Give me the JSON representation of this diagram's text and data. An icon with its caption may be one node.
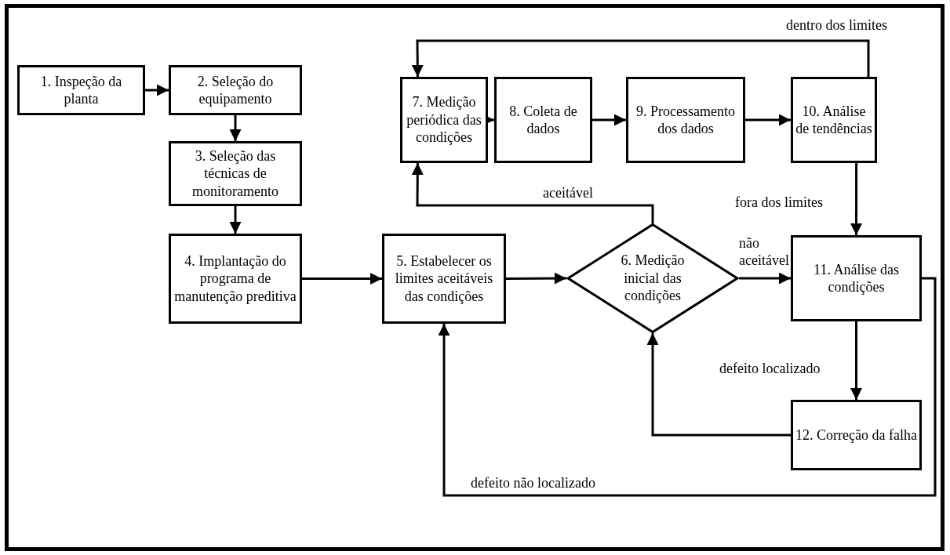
{
  "diagram": {
    "nodes": [
      {
        "text": [
          "1. Inspeção da planta"
        ]
      },
      {
        "text": [
          "2. Seleção do equipamento"
        ]
      },
      {
        "text": [
          "3. Seleção das técnicas de monitoramento"
        ]
      },
      {
        "text": [
          "4. Implantação do programa de manutenção preditiva"
        ]
      },
      {
        "text": [
          "5. Estabelecer os limites aceitáveis das condições"
        ]
      },
      {
        "text": [
          "6. Medição inicial das condições"
        ]
      },
      {
        "text": [
          "7. Medição periódica das condições"
        ]
      },
      {
        "text": [
          "8. Coleta de dados"
        ]
      },
      {
        "text": [
          "9. Processamento dos dados"
        ]
      },
      {
        "text": [
          "10. Análise de tendências"
        ]
      },
      {
        "text": [
          "11. Análise das condições"
        ]
      },
      {
        "text": [
          "12. Correção da falha"
        ]
      }
    ],
    "edges": [
      {
        "from": 0,
        "to": 1,
        "arrow": "to"
      },
      {
        "from": 1,
        "to": 2,
        "arrow": "to"
      },
      {
        "from": 2,
        "to": 3,
        "arrow": "to"
      },
      {
        "from": 3,
        "to": 4,
        "arrow": "to"
      },
      {
        "from": 4,
        "to": 5,
        "arrow": "to"
      },
      {
        "from": 5,
        "to": 6,
        "label": "aceitável",
        "arrow": "to"
      },
      {
        "from": 5,
        "to": 10,
        "label": "não aceitável",
        "arrow": "to"
      },
      {
        "from": 6,
        "to": 7,
        "arrow": "to"
      },
      {
        "from": 7,
        "to": 8,
        "arrow": "to"
      },
      {
        "from": 8,
        "to": 9,
        "arrow": "to"
      },
      {
        "from": 9,
        "to": 6,
        "label": "dentro dos limites",
        "arrow": "to"
      },
      {
        "from": 9,
        "to": 10,
        "label": "fora dos limites",
        "arrow": "to"
      },
      {
        "from": 10,
        "to": 11,
        "label": "defeito localizado",
        "arrow": "to"
      },
      {
        "from": 11,
        "to": 5,
        "arrow": "to"
      },
      {
        "from": 10,
        "to": 4,
        "label": "defeito não localizado",
        "arrow": "to"
      }
    ]
  }
}
